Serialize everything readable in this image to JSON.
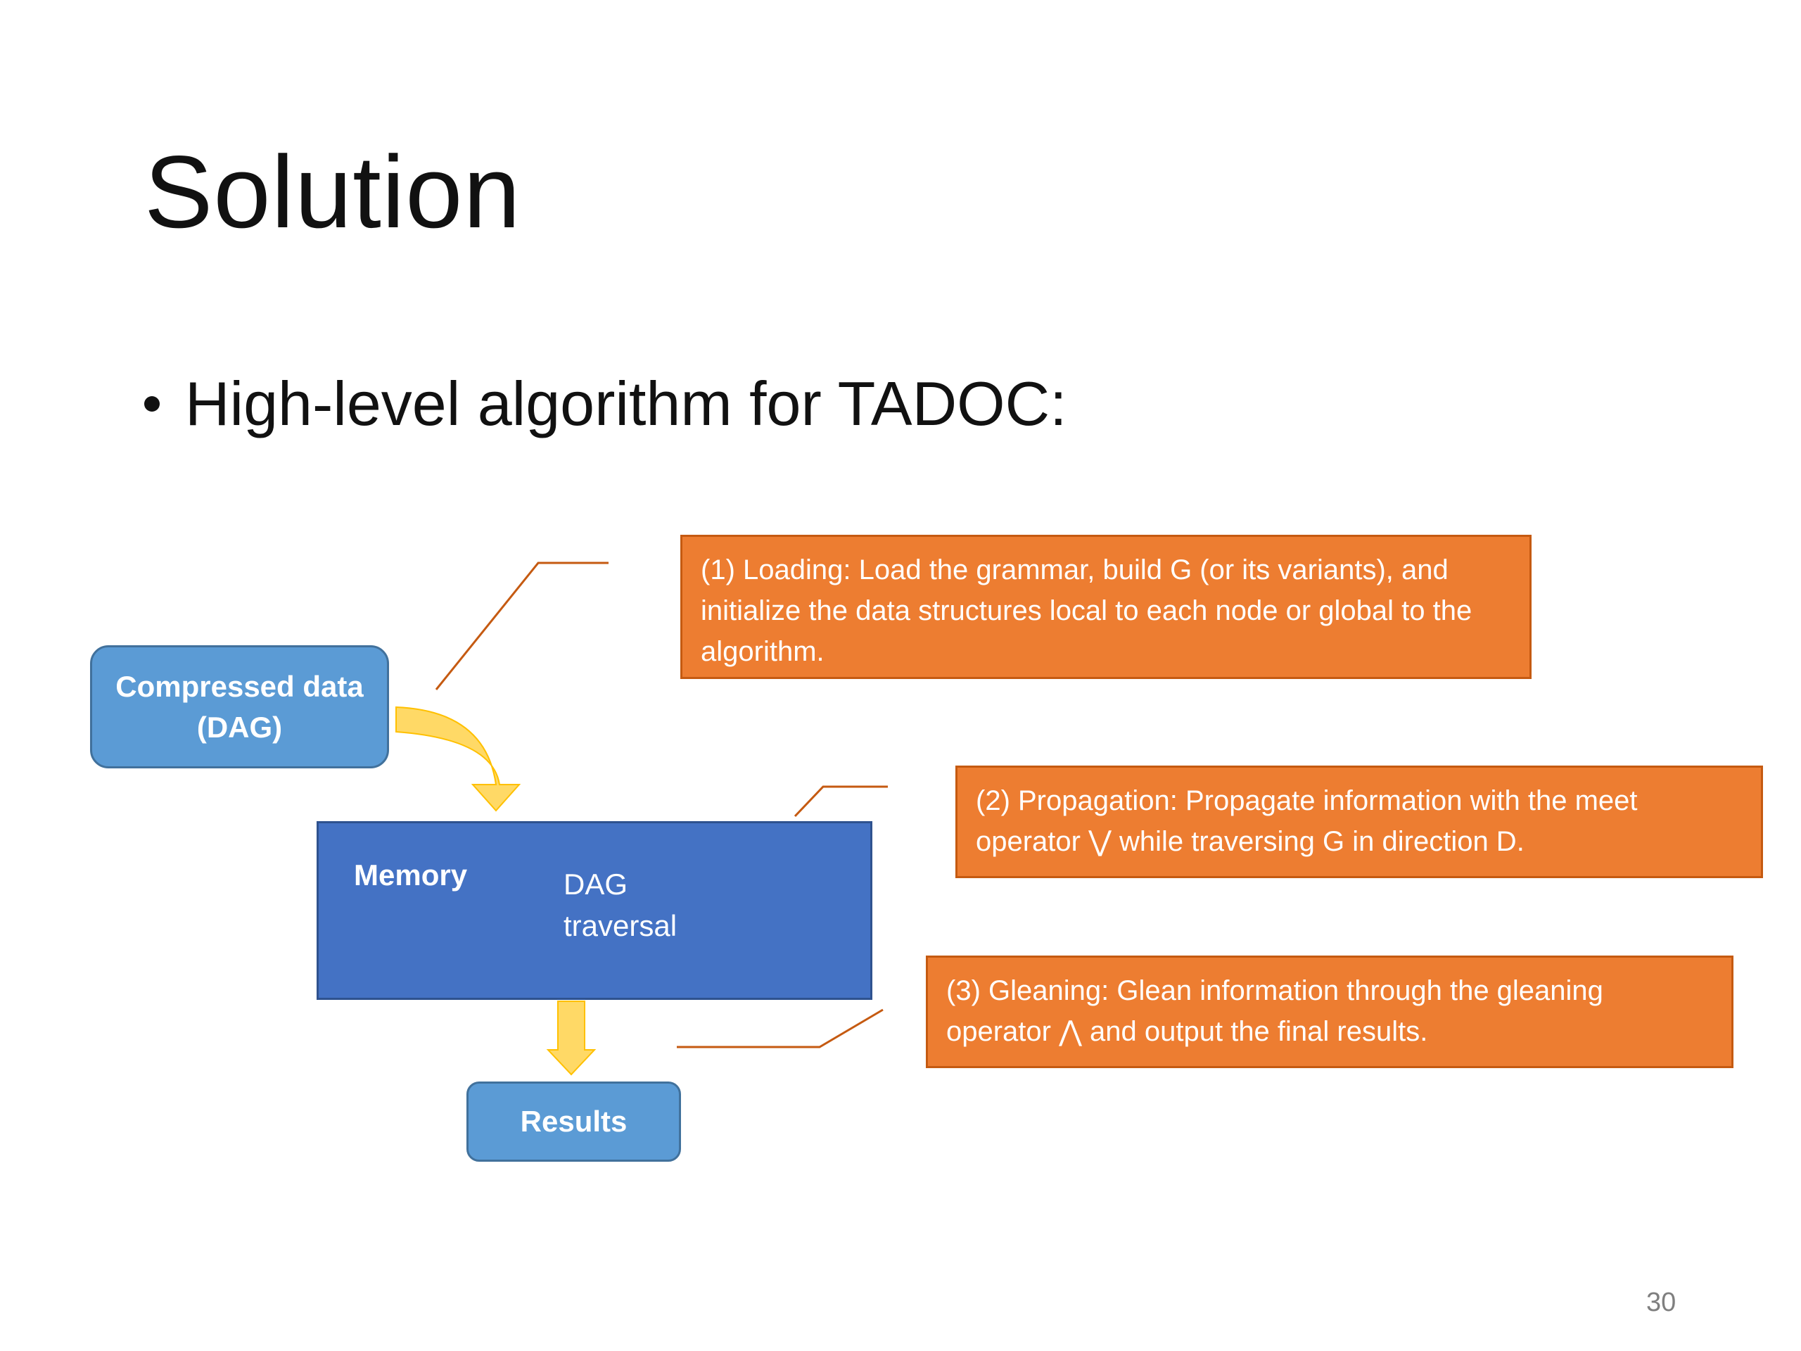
{
  "slide": {
    "title": "Solution",
    "bullet": "High-level algorithm for TADOC:",
    "page_number": "30"
  },
  "diagram": {
    "compressed_box": {
      "line1": "Compressed data",
      "line2": "(DAG)"
    },
    "memory_box": {
      "label": "Memory",
      "traversal_line1": "DAG",
      "traversal_line2": "traversal"
    },
    "results_box": {
      "label": "Results"
    },
    "notes": [
      {
        "text": "(1) Loading: Load the grammar, build G (or its variants), and initialize the data structures local to each node or global to the algorithm."
      },
      {
        "text": "(2) Propagation: Propagate information with the meet operator ⋁  while traversing G in direction D."
      },
      {
        "text": "(3) Gleaning: Glean information through the gleaning operator ⋀  and output the final results."
      }
    ],
    "colors": {
      "light_blue_box": "#5b9bd5",
      "memory_blue": "#4472c4",
      "note_orange": "#ed7d31",
      "arrow_yellow": "#ffd966",
      "connector_brown": "#c55a11"
    }
  }
}
